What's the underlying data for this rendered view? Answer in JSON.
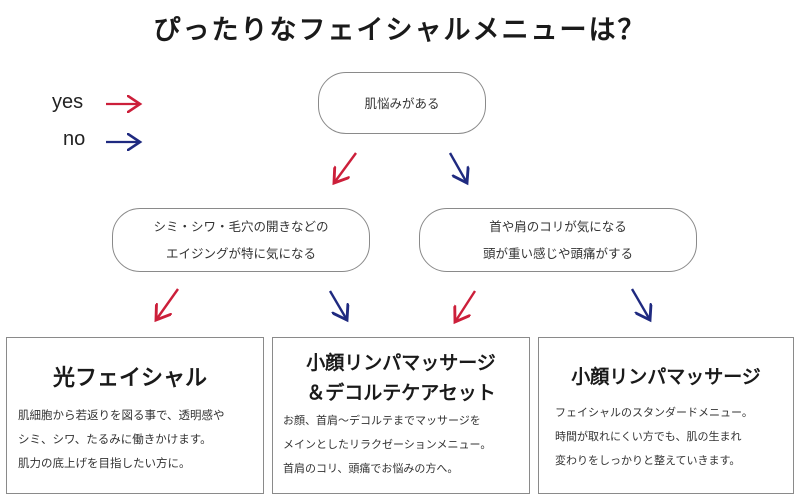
{
  "title": "ぴったりなフェイシャルメニューは？",
  "legend": {
    "yes_label": "yes",
    "no_label": "no"
  },
  "colors": {
    "yes_arrow": "#cc1f3a",
    "no_arrow": "#1f2a80",
    "border": "#8a8a8a",
    "text": "#333333"
  },
  "start": {
    "text": "肌悩みがある"
  },
  "question_left": {
    "lines": [
      "シミ・シワ・毛穴の開きなどの",
      "エイジングが特に気になる"
    ]
  },
  "question_right": {
    "lines": [
      "首や肩のコリが気になる",
      "頭が重い感じや頭痛がする"
    ]
  },
  "results": [
    {
      "title_lines": [
        "光フェイシャル"
      ],
      "desc_lines": [
        "肌細胞から若返りを図る事で、透明感や",
        "シミ、シワ、たるみに働きかけます。",
        "肌力の底上げを目指したい方に。"
      ]
    },
    {
      "title_lines": [
        "小顔リンパマッサージ",
        "＆デコルテケアセット"
      ],
      "desc_lines": [
        "お顔、首肩〜デコルテまでマッサージを",
        "メインとしたリラクゼーションメニュー。",
        "首肩のコリ、頭痛でお悩みの方へ。"
      ]
    },
    {
      "title_lines": [
        "小顔リンパマッサージ"
      ],
      "desc_lines": [
        "フェイシャルのスタンダードメニュー。",
        "時間が取れにくい方でも、肌の生まれ",
        "変わりをしっかりと整えていきます。"
      ]
    }
  ]
}
